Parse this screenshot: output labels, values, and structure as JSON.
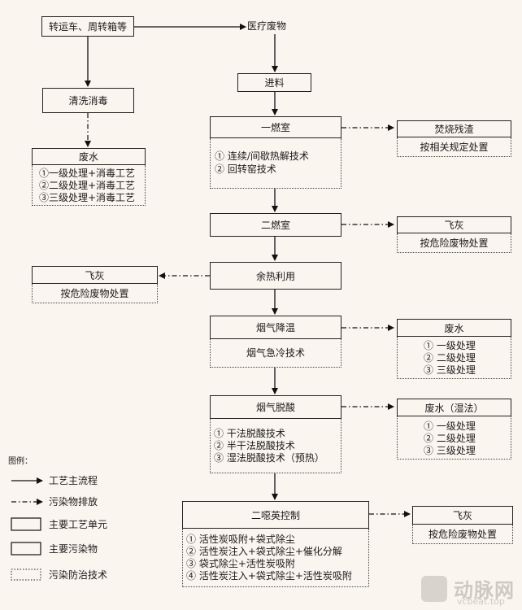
{
  "nodes": {
    "transport": "转运车、周转箱等",
    "medical_waste": "医疗废物",
    "cleaning": "清洗消毒",
    "feeding": "进料",
    "primary_chamber": "一燃室",
    "primary_tech": [
      "① 连续/间歇热解技术",
      "② 回转窑技术"
    ],
    "slag": "焚烧残渣",
    "slag_tech": "按相关规定处置",
    "wastewater_left": "废水",
    "wastewater_left_tech": [
      "①一级处理+消毒工艺",
      "②二级处理+消毒工艺",
      "③三级处理+消毒工艺"
    ],
    "secondary_chamber": "二燃室",
    "flyash_1": "飞灰",
    "flyash_1_tech": "按危险废物处置",
    "heat_recovery": "余热利用",
    "flyash_2": "飞灰",
    "flyash_2_tech": "按危险废物处置",
    "cooling": "烟气降温",
    "cooling_tech": "烟气急冷技术",
    "wastewater_1": "废水",
    "wastewater_1_tech": [
      "① 一级处理",
      "② 二级处理",
      "③ 三级处理"
    ],
    "deacid": "烟气脱酸",
    "deacid_tech": [
      "① 干法脱酸技术",
      "② 半干法脱酸技术",
      "③ 湿法脱酸技术（预热）"
    ],
    "wastewater_2": "废水（湿法）",
    "wastewater_2_tech": [
      "① 一级处理",
      "② 二级处理",
      "③ 三级处理"
    ],
    "dioxin": "二噁英控制",
    "dioxin_tech": [
      "① 活性炭吸附+袋式除尘",
      "② 活性炭注入+袋式除尘+催化分解",
      "③ 袋式除尘+活性炭吸附",
      "④ 活性炭注入+袋式除尘+活性炭吸附"
    ],
    "flyash_3": "飞灰",
    "flyash_3_tech": "按危险废物处置"
  },
  "legend": {
    "title": "图例：",
    "items": [
      "工艺主流程",
      "污染物排放",
      "主要工艺单元",
      "主要污染物",
      "污染防治技术"
    ]
  },
  "watermark": {
    "main": "动脉网",
    "sub": "vcbeat.top"
  }
}
